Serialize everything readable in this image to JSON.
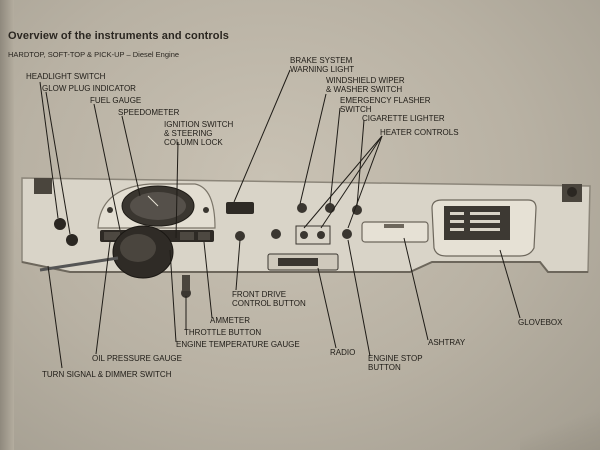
{
  "header": {
    "title": "Overview of the instruments and controls",
    "subtitle": "HARDTOP, SOFT-TOP & PICK-UP – Diesel Engine"
  },
  "labels": {
    "headlight_switch": "HEADLIGHT SWITCH",
    "glow_plug_indicator": "GLOW PLUG INDICATOR",
    "fuel_gauge": "FUEL GAUGE",
    "speedometer": "SPEEDOMETER",
    "ignition_switch": "IGNITION SWITCH\n& STEERING\nCOLUMN LOCK",
    "brake_warning": "BRAKE SYSTEM\nWARNING LIGHT",
    "windshield_wiper": "WINDSHIELD WIPER\n& WASHER SWITCH",
    "emergency_flasher": "EMERGENCY FLASHER\nSWITCH",
    "cigarette_lighter": "CIGARETTE LIGHTER",
    "heater_controls": "HEATER CONTROLS",
    "front_drive": "FRONT DRIVE\nCONTROL BUTTON",
    "ammeter": "AMMETER",
    "throttle_button": "THROTTLE BUTTON",
    "engine_temp": "ENGINE TEMPERATURE GAUGE",
    "radio": "RADIO",
    "engine_stop": "ENGINE STOP\nBUTTON",
    "ashtray": "ASHTRAY",
    "glovebox": "GLOVEBOX",
    "oil_pressure": "OIL PRESSURE GAUGE",
    "turn_signal": "TURN SIGNAL & DIMMER SWITCH"
  },
  "colors": {
    "ink": "#1f1c17",
    "dash": "#d9d4c8",
    "dash_shadow": "#8c867a",
    "gauge": "#3a3630"
  }
}
